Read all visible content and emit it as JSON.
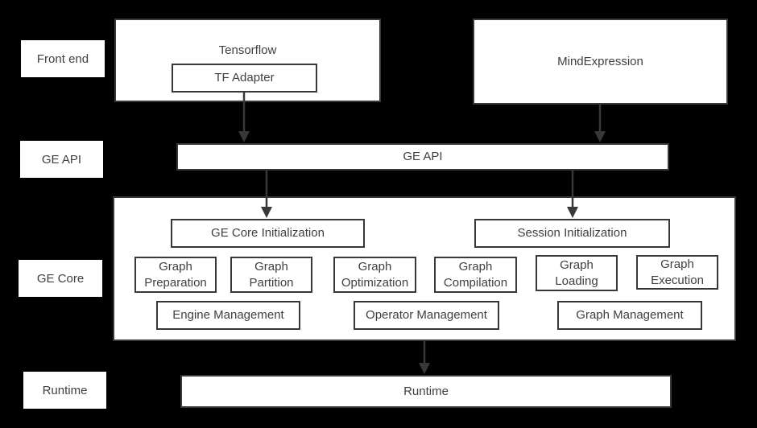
{
  "theme": {
    "background": "#000000",
    "box_fill": "#ffffff",
    "border_color": "#383838",
    "text_color": "#3f3f3f",
    "arrow_color": "#383838"
  },
  "lanes": [
    {
      "label": "Front end"
    },
    {
      "label": "GE API"
    },
    {
      "label": "GE Core"
    },
    {
      "label": "Runtime"
    }
  ],
  "front_end": {
    "tensorflow_label": "Tensorflow",
    "tf_adapter_label": "TF Adapter",
    "mind_expression_label": "MindExpression"
  },
  "ge_api": {
    "label": "GE API"
  },
  "ge_core": {
    "initialization": [
      {
        "label": "GE Core Initialization"
      },
      {
        "label": "Session Initialization"
      }
    ],
    "stages": [
      {
        "label": "Graph Preparation"
      },
      {
        "label": "Graph Partition"
      },
      {
        "label": "Graph Optimization"
      },
      {
        "label": "Graph Compilation"
      },
      {
        "label": "Graph Loading"
      },
      {
        "label": "Graph Execution"
      }
    ],
    "management": [
      {
        "label": "Engine Management"
      },
      {
        "label": "Operator Management"
      },
      {
        "label": "Graph Management"
      }
    ]
  },
  "runtime": {
    "label": "Runtime"
  },
  "arrows": [
    {
      "name": "tf-adapter-to-ge-api"
    },
    {
      "name": "mindexpression-to-ge-api"
    },
    {
      "name": "ge-api-to-ge-core-initialization"
    },
    {
      "name": "ge-api-to-session-initialization"
    },
    {
      "name": "ge-core-to-runtime"
    }
  ]
}
